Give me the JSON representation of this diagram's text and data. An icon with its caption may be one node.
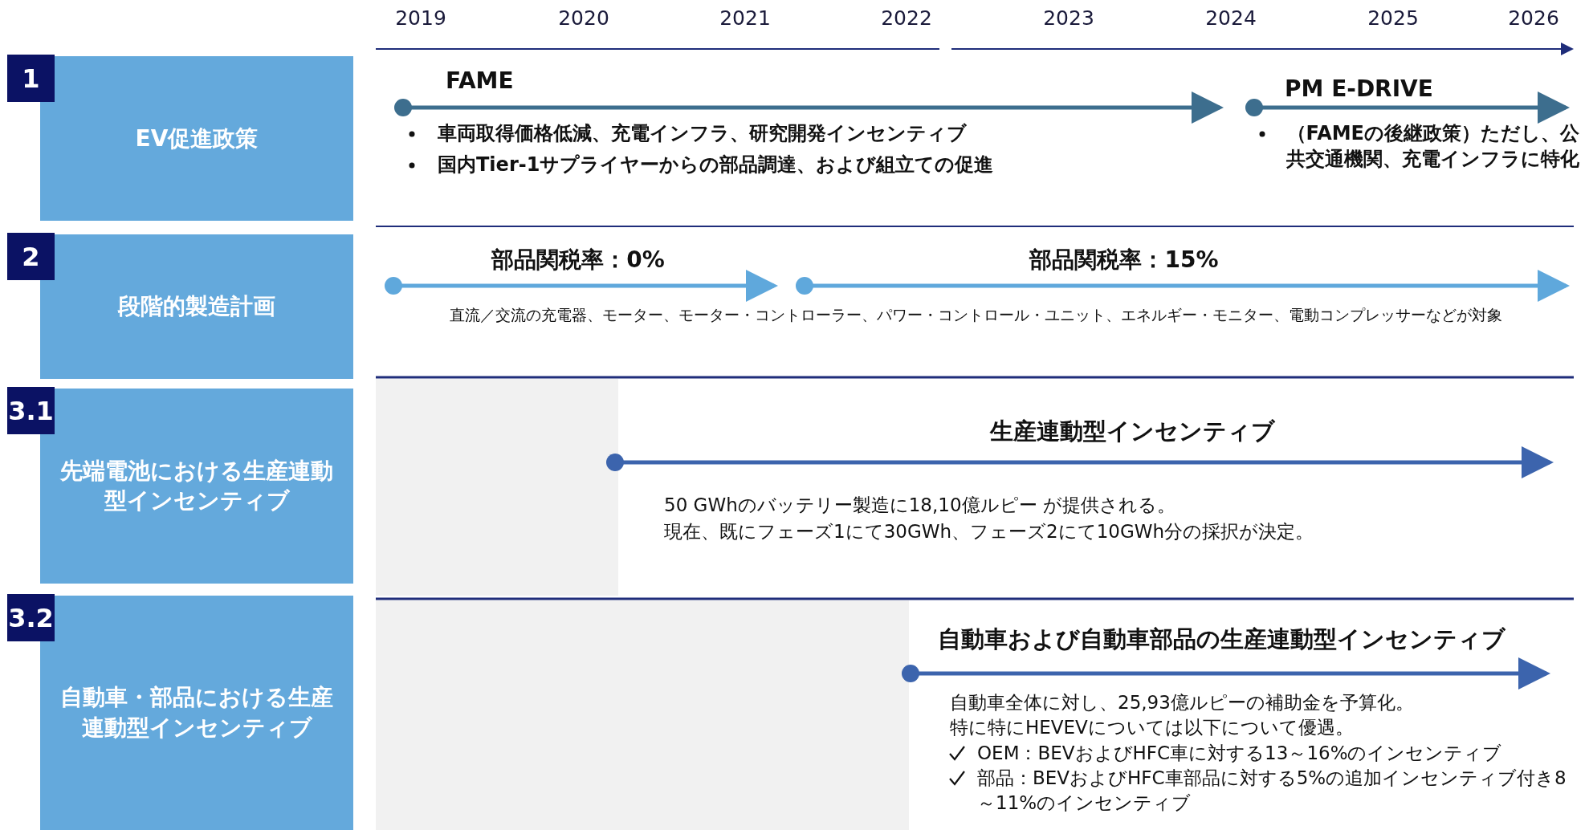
{
  "diagram": {
    "nodes": [
      {
        "text": [
          "1",
          "EV促進政策"
        ]
      },
      {
        "text": [
          "2",
          "段階的製造計画"
        ]
      },
      {
        "text": [
          "3.1",
          "先端電池における生産連動型インセンティブ"
        ]
      },
      {
        "text": [
          "3.2",
          "自動車・部品における生産連動型インセンティブ"
        ]
      }
    ],
    "labels": [
      "2019",
      "2020",
      "2021",
      "2022",
      "2023",
      "2024",
      "2025",
      "2026",
      "FAME",
      "車両取得価格低減、充電インフラ、研究開発インセンティブ",
      "国内Tier-1サプライヤーからの部品調達、および組立ての促進",
      "PM E-DRIVE",
      "（FAMEの後継政策）ただし、公共交通機関、充電インフラに特化",
      "部品関税率：0%",
      "部品関税率：15%",
      "直流／交流の充電器、モーター、モーター・コントローラー、パワー・コントロール・ユニット、エネルギー・モニター、電動コンプレッサーなどが対象",
      "生産連動型インセンティブ",
      "50 GWhのバッテリー製造に18,10億ルピー が提供される。",
      "現在、既にフェーズ1にて30GWh、フェーズ2にて10GWh分の採択が決定。",
      "自動車および自動車部品の生産連動型インセンティブ",
      "自動車全体に対し、25,93億ルピーの補助金を予算化。",
      "特に特にHEVEVについては以下について優遇。",
      "OEM：BEVおよびHFC車に対する13～16%のインセンティブ",
      "部品：BEVおよびHFC車部品に対する5%の追加インセンティブ付き8～11%のインセンティブ"
    ]
  }
}
